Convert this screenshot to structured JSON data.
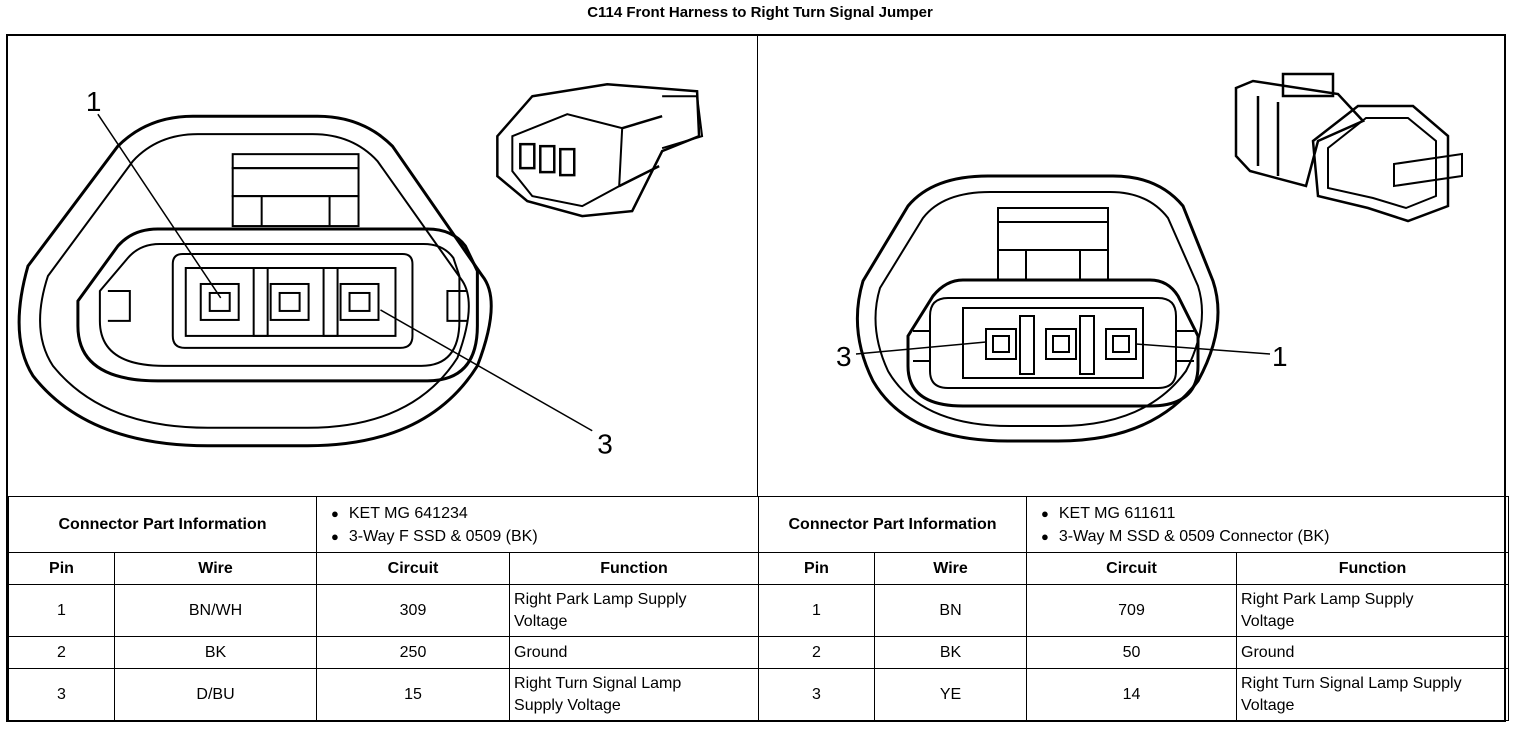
{
  "title": "C114 Front Harness to Right Turn Signal Jumper",
  "left": {
    "callouts": [
      "1",
      "3"
    ],
    "part_info_label": "Connector Part Information",
    "part_info": [
      "KET MG 641234",
      "3-Way F SSD & 0509 (BK)"
    ],
    "headers": [
      "Pin",
      "Wire",
      "Circuit",
      "Function"
    ],
    "rows": [
      {
        "pin": "1",
        "wire": "BN/WH",
        "circuit": "309",
        "function": [
          "Right Park Lamp Supply",
          "Voltage"
        ]
      },
      {
        "pin": "2",
        "wire": "BK",
        "circuit": "250",
        "function": [
          "Ground"
        ]
      },
      {
        "pin": "3",
        "wire": "D/BU",
        "circuit": "15",
        "function": [
          "Right Turn Signal Lamp",
          "Supply Voltage"
        ]
      }
    ]
  },
  "right": {
    "callouts": [
      "3",
      "1"
    ],
    "part_info_label": "Connector Part Information",
    "part_info": [
      "KET MG 611611",
      "3-Way M SSD & 0509 Connector (BK)"
    ],
    "headers": [
      "Pin",
      "Wire",
      "Circuit",
      "Function"
    ],
    "rows": [
      {
        "pin": "1",
        "wire": "BN",
        "circuit": "709",
        "function": [
          "Right Park Lamp Supply",
          "Voltage"
        ]
      },
      {
        "pin": "2",
        "wire": "BK",
        "circuit": "50",
        "function": [
          "Ground"
        ]
      },
      {
        "pin": "3",
        "wire": "YE",
        "circuit": "14",
        "function": [
          "Right Turn Signal Lamp Supply",
          "Voltage"
        ]
      }
    ]
  }
}
